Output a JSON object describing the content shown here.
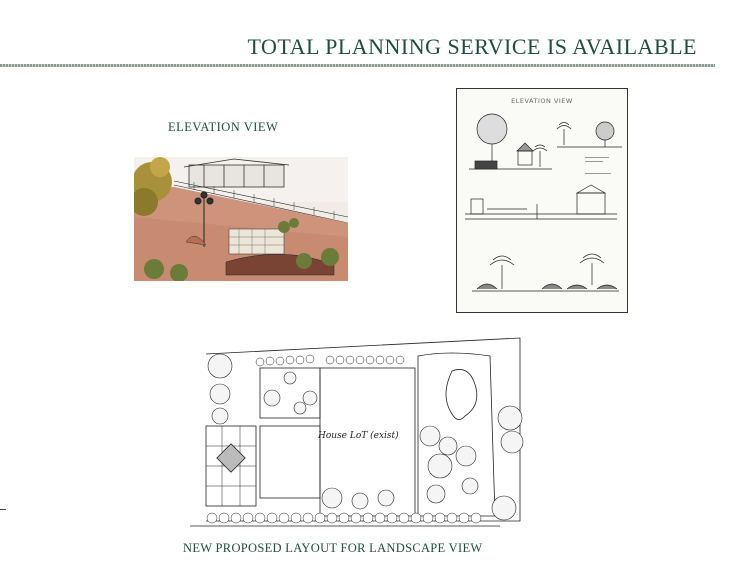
{
  "header": {
    "title": "TOTAL PLANNING SERVICE IS AVAILABLE"
  },
  "elevation_section": {
    "label": "ELEVATION VIEW"
  },
  "drawing_panel": {
    "title": "ELEVATION VIEW"
  },
  "plan": {
    "house_label": "House LoT (exist)"
  },
  "footer": {
    "caption": "NEW PROPOSED LAYOUT FOR LANDSCAPE VIEW"
  },
  "colors": {
    "heading_text": "#1f4d3a",
    "wall_terracotta": "#c98a72",
    "foliage_green": "#6b7b3a"
  }
}
